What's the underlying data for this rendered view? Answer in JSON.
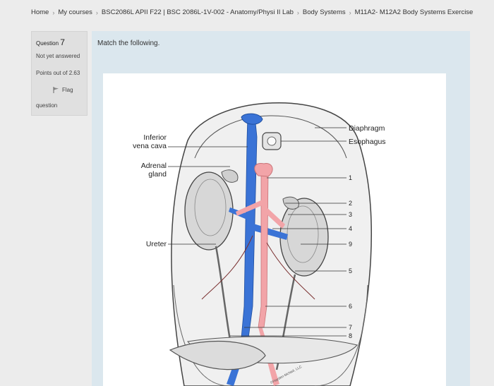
{
  "breadcrumb": [
    "Home",
    "My courses",
    "BSC2086L APII F22 | BSC 2086L-1V-002 - Anatomy/Physi II Lab",
    "Body Systems",
    "M11A2- M12A2 Body Systems Exercise"
  ],
  "question": {
    "label": "Question",
    "number": "7",
    "state": "Not yet answered",
    "points": "Points out of 2.63",
    "flag_label": "Flag",
    "flag_label_2": "question"
  },
  "prompt": "Match the following.",
  "figure": {
    "labels": {
      "ivc_1": "Inferior",
      "ivc_2": "vena cava",
      "adrenal_1": "Adrenal",
      "adrenal_2": "gland",
      "ureter": "Ureter",
      "diaphragm": "Diaphragm",
      "esophagus": "Esophagus",
      "credit": "©Hayden-McNeil, LLC"
    },
    "numbers": [
      "1",
      "2",
      "3",
      "4",
      "9",
      "5",
      "6",
      "7",
      "8"
    ]
  },
  "colors": {
    "vein": "#3a73d6",
    "artery": "#f2a4a8",
    "panel": "#dbe7ee"
  }
}
